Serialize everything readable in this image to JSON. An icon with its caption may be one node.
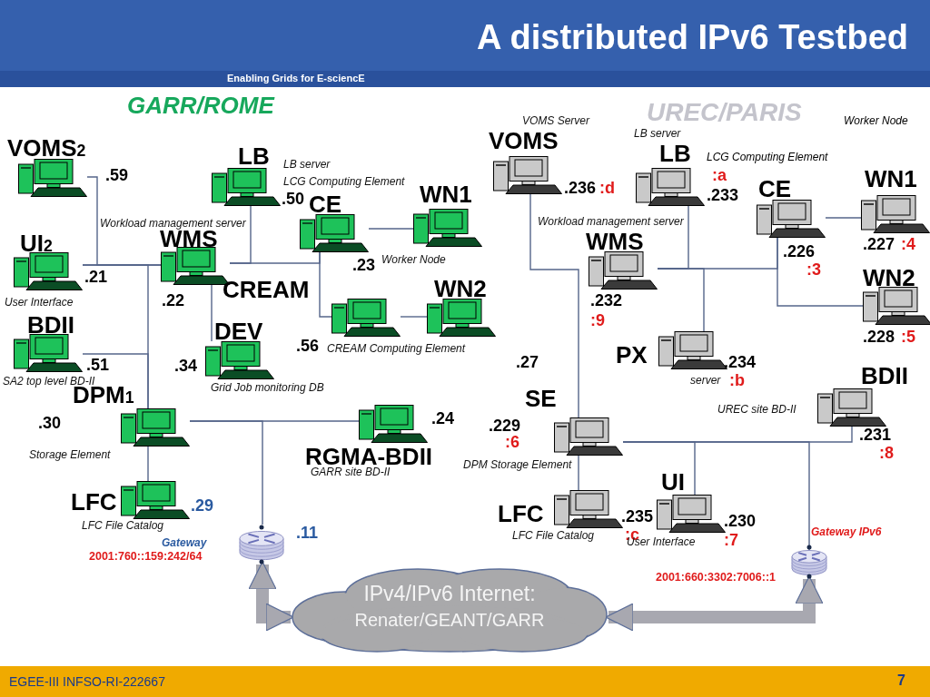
{
  "diagram": {
    "title": "A distributed IPv6 Testbed",
    "nodes": [
      {
        "text": [
          "VOMS$_{2}$"
        ],
        "beside": [
          ".59"
        ]
      },
      {
        "text": [
          "LB"
        ],
        "beside": [
          "LB server",
          ".50"
        ]
      },
      {
        "text": [
          "CE"
        ],
        "beside": [
          "LCG Computing Element",
          ".23"
        ]
      },
      {
        "text": [
          "WN1"
        ],
        "beside": [
          "Worker Node"
        ]
      },
      {
        "text": [
          "UI$_{2}$"
        ],
        "beside": [
          ".21",
          "User Interface"
        ]
      },
      {
        "text": [
          "WMS"
        ],
        "beside": [
          "Workload management server",
          ".22"
        ]
      },
      {
        "text": [
          "CREAM"
        ],
        "beside": [
          ".56",
          "CREAM Computing Element"
        ]
      },
      {
        "text": [
          "WN2"
        ]
      },
      {
        "text": [
          "BDII"
        ],
        "beside": [
          ".51",
          "SA2 top level BD-II"
        ]
      },
      {
        "text": [
          "DEV"
        ],
        "beside": [
          ".34",
          "Grid Job monitoring DB"
        ]
      },
      {
        "text": [
          "DPM$_{1}$"
        ],
        "beside": [
          ".30",
          "Storage Element"
        ]
      },
      {
        "text": [
          "RGMA-BDII"
        ],
        "beside": [
          ".24",
          "GARR site BD-II"
        ]
      },
      {
        "text": [
          "LFC"
        ],
        "beside": [
          ".29",
          "LFC File Catalog"
        ]
      },
      {
        "text": [],
        "shape": "router",
        "beside": [
          ".11",
          "Gateway",
          "2001:760::159:242/64"
        ]
      },
      {
        "text": [
          "VOMS"
        ],
        "beside": [
          "VOMS Server",
          ".236",
          ":d"
        ]
      },
      {
        "text": [
          "LB"
        ],
        "beside": [
          "LB server",
          ":a",
          ".233"
        ]
      },
      {
        "text": [
          "CE"
        ],
        "beside": [
          ".226",
          ":3"
        ]
      },
      {
        "text": [
          "WN1"
        ],
        "beside": [
          ".227",
          ":4"
        ]
      },
      {
        "text": [
          "WMS"
        ],
        "beside": [
          "Workload management server",
          ".232",
          ":9"
        ]
      },
      {
        "text": [
          "WN2"
        ],
        "beside": [
          ".228",
          ":5"
        ]
      },
      {
        "text": [
          "PX"
        ],
        "beside": [
          ".234",
          "server",
          ":b"
        ]
      },
      {
        "text": [
          "BDII"
        ],
        "beside": [
          "UREC site BD-II",
          ".231",
          ":8"
        ]
      },
      {
        "text": [
          "SE"
        ],
        "beside": [
          ".229",
          ":6",
          "DPM Storage Element"
        ]
      },
      {
        "text": [
          "LFC"
        ],
        "beside": [
          ".235",
          ":c",
          "LFC File Catalog"
        ]
      },
      {
        "text": [
          "UI"
        ],
        "beside": [
          ".230",
          ":7",
          "User Interface"
        ]
      },
      {
        "text": [],
        "shape": "router",
        "beside": [
          "Gateway IPv6",
          "2001:660:3302:7006::1"
        ]
      },
      {
        "text": [
          "IPv4/IPv6 Internet:",
          "Renater/GEANT/GARR"
        ]
      }
    ],
    "edges": [
      {
        "from": 0,
        "to": 5,
        "arrow": "none"
      },
      {
        "from": 4,
        "to": 5,
        "arrow": "none"
      },
      {
        "from": 1,
        "to": 5,
        "arrow": "none"
      },
      {
        "from": 5,
        "to": 2,
        "arrow": "none"
      },
      {
        "from": 2,
        "to": 3,
        "arrow": "none"
      },
      {
        "from": 2,
        "to": 6,
        "arrow": "none"
      },
      {
        "from": 6,
        "to": 7,
        "arrow": "none"
      },
      {
        "from": 5,
        "to": 9,
        "arrow": "none"
      },
      {
        "from": 4,
        "to": 10,
        "arrow": "none"
      },
      {
        "from": 8,
        "to": 10,
        "arrow": "none"
      },
      {
        "from": 10,
        "to": 11,
        "arrow": "none"
      },
      {
        "from": 10,
        "to": 12,
        "arrow": "none"
      },
      {
        "from": 10,
        "to": 13,
        "arrow": "none"
      },
      {
        "from": 14,
        "to": 22,
        "arrow": "none"
      },
      {
        "from": 15,
        "to": 18,
        "arrow": "none"
      },
      {
        "from": 18,
        "to": 16,
        "arrow": "none"
      },
      {
        "from": 20,
        "to": 18,
        "arrow": "none"
      },
      {
        "from": 16,
        "to": 17,
        "arrow": "none"
      },
      {
        "from": 16,
        "to": 19,
        "arrow": "none"
      },
      {
        "from": 22,
        "to": 21,
        "arrow": "none"
      },
      {
        "from": 22,
        "to": 24,
        "arrow": "none"
      },
      {
        "from": 22,
        "to": 25,
        "arrow": "none"
      },
      {
        "from": 22,
        "to": 23,
        "arrow": "none"
      },
      {
        "from": 13,
        "to": 26,
        "arrow": "both",
        "style": "thick",
        "color": "#a8a8b0"
      },
      {
        "from": 26,
        "to": 25,
        "arrow": "both",
        "style": "thick",
        "color": "#a8a8b0"
      }
    ],
    "labels": [
      "Enabling Grids for E-sciencE",
      "GARR/ROME",
      "UREC/PARIS",
      "Worker Node",
      "LCG Computing Element",
      ".27",
      "EGEE-III INFSO-RI-222667",
      "7"
    ]
  }
}
